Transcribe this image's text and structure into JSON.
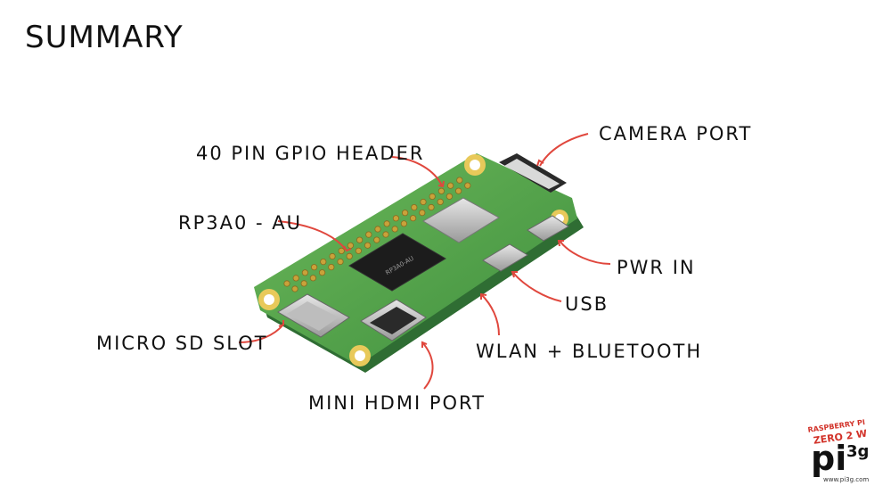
{
  "title": "SUMMARY",
  "labels": {
    "gpio": "40 PIN GPIO HEADER",
    "camera": "CAMERA PORT",
    "soc": "RP3A0 - AU",
    "pwr": "PWR IN",
    "usb": "USB",
    "sd": "MICRO SD SLOT",
    "wlan": "WLAN + BLUETOOTH",
    "hdmi": "MINI HDMI PORT"
  },
  "chip_text": "RP3A0-AU",
  "logo": {
    "brand": "RASPBERRY PI",
    "model": "ZERO 2 W",
    "mark": "pi",
    "superscript": "3g",
    "url": "www.pi3g.com"
  },
  "colors": {
    "board": "#4fa049",
    "board_dark": "#2f7a36",
    "arrow": "#e0473d",
    "pin": "#c9a23a"
  }
}
